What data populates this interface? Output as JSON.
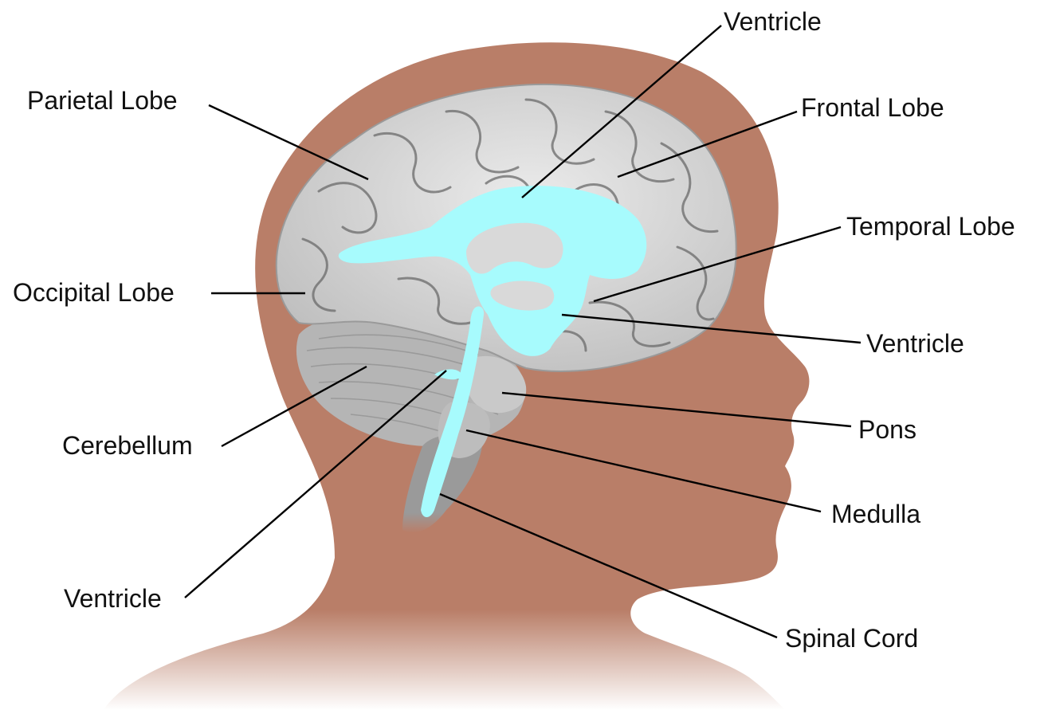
{
  "colors": {
    "background": "#ffffff",
    "head": "#b97e68",
    "brain": "#d8d8d8",
    "brain_shadow": "#a9a9a9",
    "ventricle": "#a7fbfd",
    "leader": "#000000",
    "text": "#111111"
  },
  "labels": {
    "ventricle_top": "Ventricle",
    "parietal_lobe": "Parietal Lobe",
    "frontal_lobe": "Frontal Lobe",
    "temporal_lobe": "Temporal Lobe",
    "occipital_lobe": "Occipital Lobe",
    "ventricle_right": "Ventricle",
    "pons": "Pons",
    "cerebellum": "Cerebellum",
    "medulla": "Medulla",
    "ventricle_bottom": "Ventricle",
    "spinal_cord": "Spinal Cord"
  }
}
